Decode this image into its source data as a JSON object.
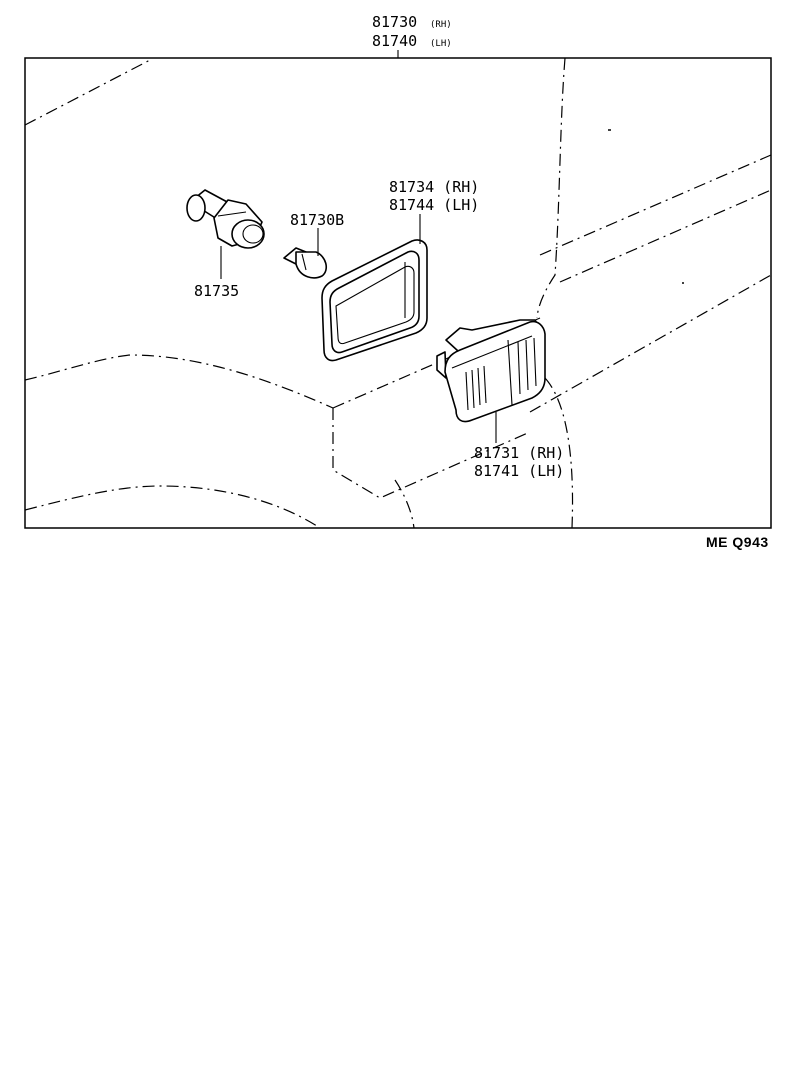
{
  "assembly": {
    "rh_part": "81730",
    "rh_side": "(RH)",
    "lh_part": "81740",
    "lh_side": "(LH)"
  },
  "parts": {
    "socket": "81735",
    "bulb": "81730B",
    "gasket_rh": "81734 (RH)",
    "gasket_lh": "81744 (LH)",
    "lens_rh": "81731 (RH)",
    "lens_lh": "81741 (LH)"
  },
  "reference_code": "ME Q943"
}
